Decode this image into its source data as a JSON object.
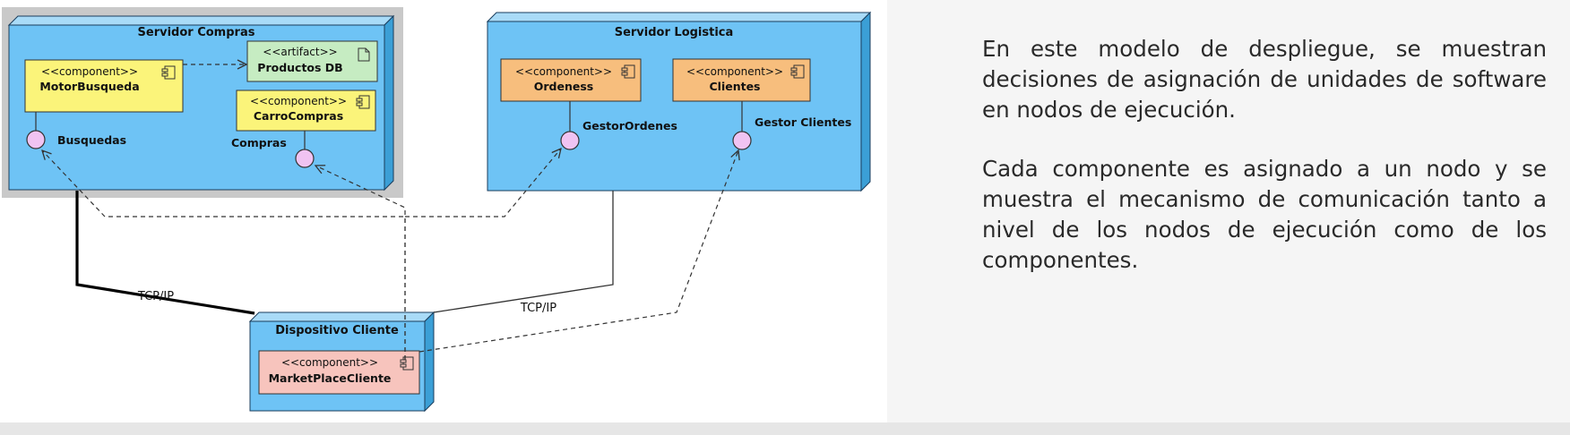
{
  "diagram": {
    "nodes": {
      "servidor_compras": "Servidor Compras",
      "servidor_logistica": "Servidor Logistica",
      "dispositivo_cliente": "Dispositivo Cliente"
    },
    "components": {
      "motor_busqueda": {
        "stereotype": "<<component>>",
        "name": "MotorBusqueda"
      },
      "productos_db": {
        "stereotype": "<<artifact>>",
        "name": "Productos DB"
      },
      "carro_compras": {
        "stereotype": "<<component>>",
        "name": "CarroCompras"
      },
      "ordeness": {
        "stereotype": "<<component>>",
        "name": "Ordeness"
      },
      "clientes": {
        "stereotype": "<<component>>",
        "name": "Clientes"
      },
      "marketplace_cliente": {
        "stereotype": "<<component>>",
        "name": "MarketPlaceCliente"
      }
    },
    "interfaces": {
      "busquedas": "Busquedas",
      "compras": "Compras",
      "gestor_ordenes": "GestorOrdenes",
      "gestor_clientes": "Gestor Clientes"
    },
    "connections": {
      "tcp_left": "TCP/IP",
      "tcp_right": "TCP/IP"
    },
    "colors": {
      "node_fill": "#6ec3f5",
      "node_side": "#3b9fd6",
      "selection": "#c9c9c9",
      "component_yellow": "#fbf47a",
      "artifact_green": "#c6ecc2",
      "component_orange": "#f7be7d",
      "component_pink": "#f7c4bd",
      "interface_fill": "#f0c3f2"
    }
  },
  "text": {
    "paragraph_1": "En este modelo de despliegue, se muestran decisiones de asignación de unidades de software en nodos de ejecución.",
    "paragraph_2": "Cada componente es asignado a un nodo y se muestra el mecanismo de comunicación tanto a nivel de los nodos de ejecución como de los componentes."
  }
}
